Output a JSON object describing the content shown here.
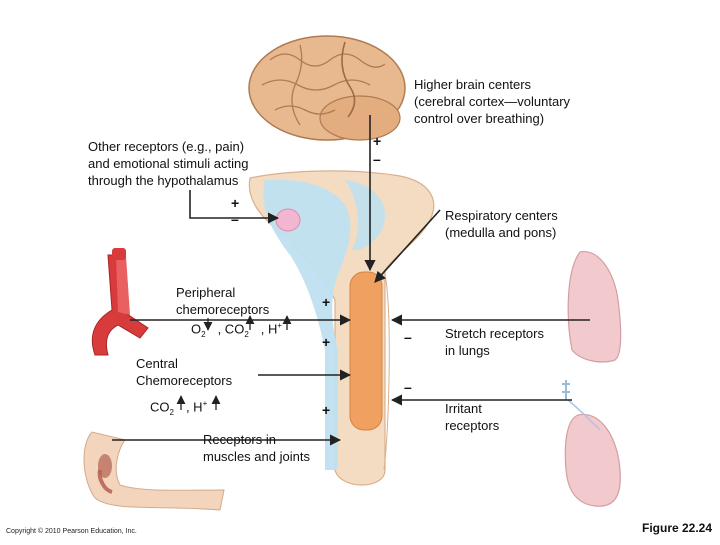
{
  "labels": {
    "higher_brain": "Higher brain centers\n(cerebral cortex—voluntary\ncontrol over breathing)",
    "other_receptors": "Other receptors (e.g., pain)\nand emotional stimuli acting\nthrough the hypothalamus",
    "respiratory_centers": "Respiratory centers\n(medulla and pons)",
    "peripheral_title": "Peripheral\nchemoreceptors",
    "peripheral_o2": "O",
    "peripheral_co2": ", CO",
    "peripheral_h": ", H",
    "central_title": "Central\nChemoreceptors",
    "central_co2": "CO",
    "central_h": ", H",
    "stretch": "Stretch receptors\nin lungs",
    "irritant": "Irritant\nreceptors",
    "muscles": "Receptors in\nmuscles and joints"
  },
  "chem": {
    "sub2": "2",
    "plus": "+"
  },
  "signs": {
    "higher_plus": "+",
    "higher_minus": "–",
    "hypo_plus": "+",
    "hypo_minus": "–",
    "peripheral_plus": "+",
    "central_plus": "+",
    "muscles_plus": "+",
    "stretch_minus": "–",
    "irritant_minus": "–"
  },
  "footer": {
    "copyright": "Copyright © 2010 Pearson Education, Inc.",
    "figure": "Figure 22.24"
  },
  "colors": {
    "brain": "#e8b98f",
    "brainstem": "#f4dcc2",
    "airway": "#bfe0f0",
    "respiratory_center": "#f0a060",
    "hypothalamus": "#f3b6d0",
    "artery": "#d83b3b",
    "lung": "#f2c9cc",
    "arrow": "#222222"
  }
}
